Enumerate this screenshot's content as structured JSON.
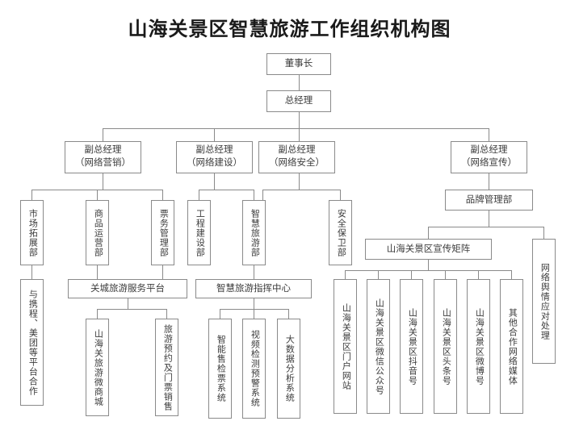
{
  "title": "山海关景区智慧旅游工作组织机构图",
  "nodes": {
    "chairman": "董事长",
    "general_manager": "总经理",
    "vp_marketing_l1": "副总经理",
    "vp_marketing_l2": "（网络营销）",
    "vp_construction_l1": "副总经理",
    "vp_construction_l2": "（网络建设）",
    "vp_security_l1": "副总经理",
    "vp_security_l2": "（网络安全）",
    "vp_publicity_l1": "副总经理",
    "vp_publicity_l2": "（网络宣传）",
    "market_dev_dept": "市场拓展部",
    "commodity_ops_dept": "商品运营部",
    "ticket_mgmt_dept": "票务管理部",
    "engineering_dept": "工程建设部",
    "smart_tourism_dept": "智慧旅游部",
    "safety_guard_dept": "安全保卫部",
    "brand_mgmt_dept": "品牌管理部",
    "platform_cooperation": "与携程、美团等平台合作",
    "guancheng_platform": "关城旅游服务平台",
    "shanhaiguan_mall": "山海关旅游微商城",
    "booking_ticketing": "旅游预约及门票销售",
    "command_center": "智慧旅游指挥中心",
    "smart_ticket_system": "智能售检票系统",
    "video_alarm_system": "视频检测预警系统",
    "bigdata_system": "大数据分析系统",
    "publicity_matrix": "山海关景区宣传矩阵",
    "portal_site": "山海关景区门户网站",
    "wechat_account": "山海关景区微信公众号",
    "douyin_account": "山海关景区抖音号",
    "toutiao_account": "山海关景区头条号",
    "weibo_account": "山海关景区微博号",
    "other_media": "其他合作网络媒体",
    "public_opinion": "网络舆情应对处理"
  },
  "colors": {
    "border": "#8a8a8a",
    "text": "#3b3b3b",
    "title": "#1a1a1a",
    "background": "#ffffff"
  }
}
